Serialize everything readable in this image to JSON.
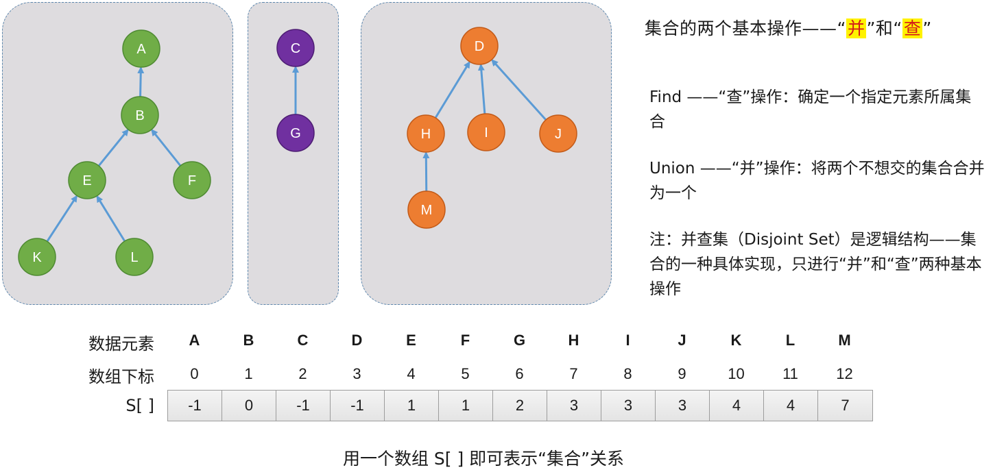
{
  "trees": [
    {
      "color": "#70ad47",
      "stroke": "#4e8a32",
      "nodes": [
        "A",
        "B",
        "E",
        "F",
        "K",
        "L"
      ],
      "edges": [
        [
          "B",
          "A"
        ],
        [
          "E",
          "B"
        ],
        [
          "F",
          "B"
        ],
        [
          "K",
          "E"
        ],
        [
          "L",
          "E"
        ]
      ]
    },
    {
      "color": "#7030a0",
      "stroke": "#4d1d73",
      "nodes": [
        "C",
        "G"
      ],
      "edges": [
        [
          "G",
          "C"
        ]
      ]
    },
    {
      "color": "#ed7d31",
      "stroke": "#c25a18",
      "nodes": [
        "D",
        "H",
        "I",
        "J",
        "M"
      ],
      "edges": [
        [
          "H",
          "D"
        ],
        [
          "I",
          "D"
        ],
        [
          "J",
          "D"
        ],
        [
          "M",
          "H"
        ]
      ]
    }
  ],
  "edge_color": "#5b9bd5",
  "heading": {
    "prefix": "集合的两个基本操作——“",
    "union": "并",
    "mid": "”和“",
    "find": "查",
    "suffix": "”"
  },
  "highlight_color": "#fff200",
  "find_text": "Find ——“查”操作：确定一个指定元素所属集合",
  "union_text": "Union ——“并”操作：将两个不想交的集合合并为一个",
  "note_text": "注：并查集（Disjoint Set）是逻辑结构——集合的一种具体实现，只进行“并”和“查”两种基本操作",
  "table": {
    "row_labels": [
      "数据元素",
      "数组下标",
      "S[ ]"
    ],
    "elements": [
      "A",
      "B",
      "C",
      "D",
      "E",
      "F",
      "G",
      "H",
      "I",
      "J",
      "K",
      "L",
      "M"
    ],
    "indices": [
      "0",
      "1",
      "2",
      "3",
      "4",
      "5",
      "6",
      "7",
      "8",
      "9",
      "10",
      "11",
      "12"
    ],
    "values": [
      "-1",
      "0",
      "-1",
      "-1",
      "1",
      "1",
      "2",
      "3",
      "3",
      "3",
      "4",
      "4",
      "7"
    ]
  },
  "caption": "用一个数组 S[ ] 即可表示“集合”关系"
}
